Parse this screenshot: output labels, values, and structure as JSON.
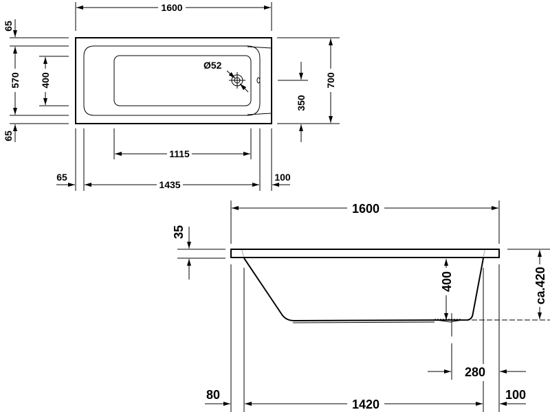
{
  "top_view": {
    "overall_length": "1600",
    "rim_top": "65",
    "rim_bottom": "65",
    "inner_width": "570",
    "floor_width": "400",
    "overall_width": "700",
    "drain_offset_width": "350",
    "drain_diameter": "Ø52",
    "floor_length": "1115",
    "inner_length": "1435",
    "rim_left": "65",
    "rim_right": "100"
  },
  "side_view": {
    "overall_length": "1600",
    "rim_thickness": "35",
    "depth": "400",
    "height": "ca.420",
    "drain_offset_length": "280",
    "left_offset": "80",
    "base_length": "1420",
    "right_offset": "100"
  }
}
